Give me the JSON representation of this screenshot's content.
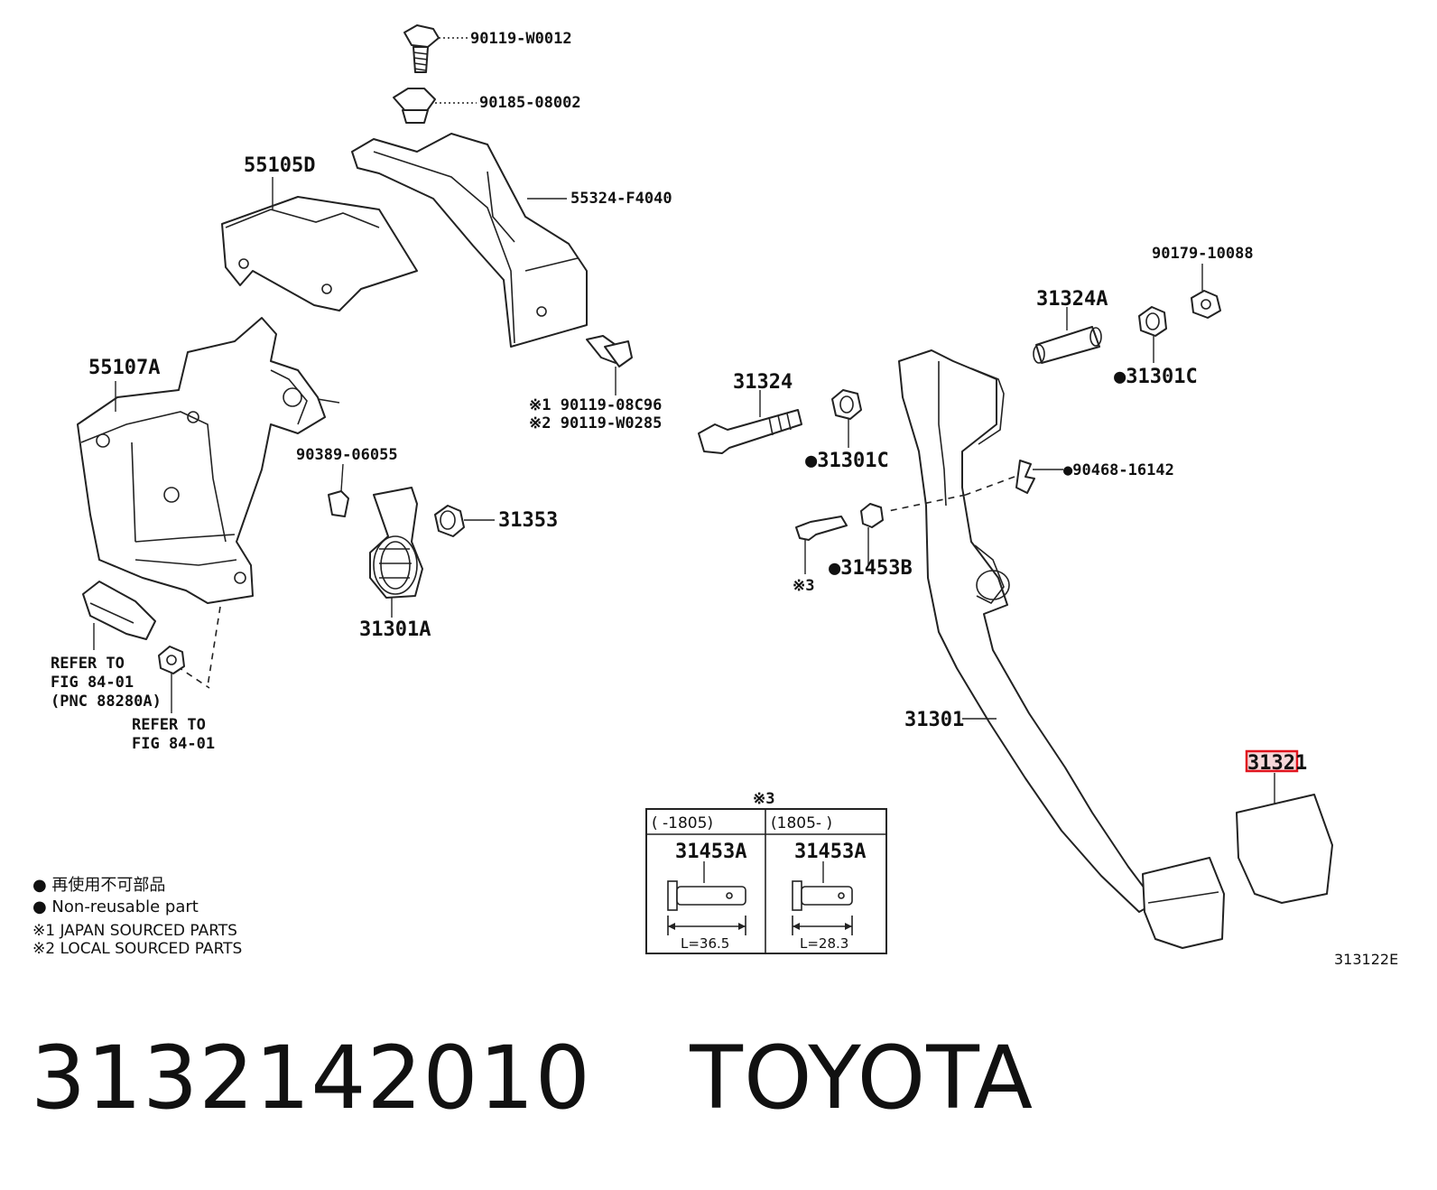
{
  "callouts": {
    "c90119w0012": "90119-W0012",
    "c9018508002": "90185-08002",
    "c55105d": "55105D",
    "c55324f4040": "55324-F4040",
    "c55107a": "55107A",
    "c9011908c96": "※1 90119-08C96",
    "c90119w0285": "※2 90119-W0285",
    "c9038906055": "90389-06055",
    "c31353": "31353",
    "c31301a": "31301A",
    "c31324": "31324",
    "c31301c_a": "●31301C",
    "c31324a": "31324A",
    "c9017910088": "90179-10088",
    "c31301c_b": "●31301C",
    "c9046816142": "●90468-16142",
    "c31453b": "●31453B",
    "note3": "※3",
    "c31301": "31301",
    "c31321": "31321",
    "refer1_l1": "REFER TO",
    "refer1_l2": "FIG 84-01",
    "refer1_l3": "(PNC 88280A)",
    "refer2_l1": "REFER TO",
    "refer2_l2": "FIG 84-01"
  },
  "inset": {
    "title": "※3",
    "left_header": "(     -1805)",
    "right_header": "(1805-     )",
    "left_part": "31453A",
    "right_part": "31453A",
    "left_len": "L=36.5",
    "right_len": "L=28.3"
  },
  "legend": {
    "line1": "● 再使用不可部品",
    "line2": "● Non-reusable part",
    "line3": "※1 JAPAN SOURCED PARTS",
    "line4": "※2 LOCAL SOURCED PARTS"
  },
  "figure_code": "313122E",
  "footer": {
    "part_number": "3132142010",
    "brand": "TOYOTA"
  },
  "highlight_color": "#e0141e"
}
